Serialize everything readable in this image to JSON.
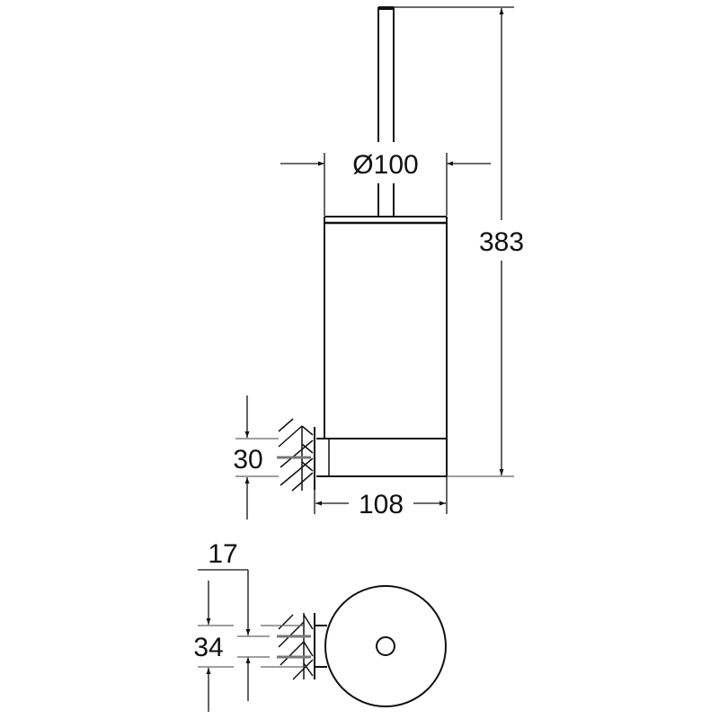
{
  "drawing": {
    "type": "technical-dimension-drawing",
    "subject": "toilet brush holder, wall mounted",
    "units": "mm",
    "views": [
      {
        "name": "front-view"
      },
      {
        "name": "top-view"
      }
    ]
  },
  "dimensions": {
    "diameter": "Ø100",
    "height": "383",
    "bracket_height": "30",
    "projection": "108",
    "wall_offset": "17",
    "mount_spacing": "34"
  },
  "colors": {
    "line": "#111111",
    "background": "#ffffff"
  }
}
